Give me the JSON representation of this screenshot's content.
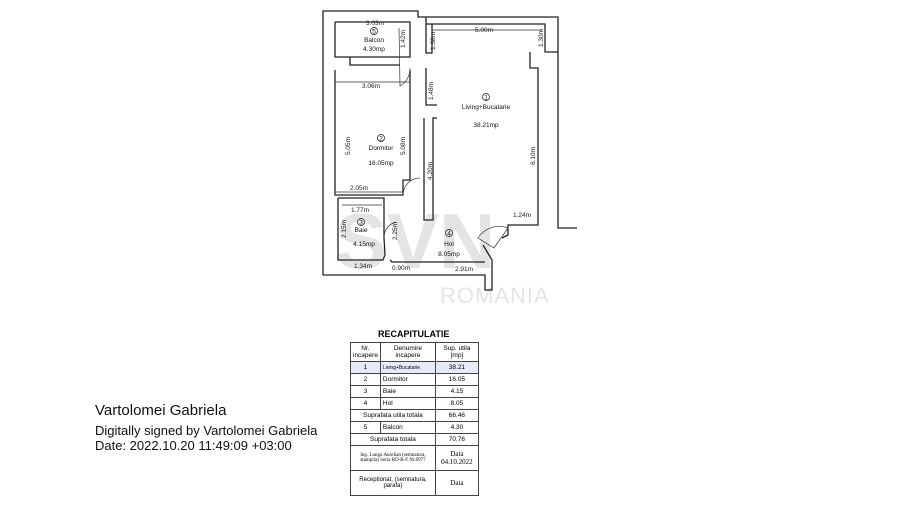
{
  "watermark": {
    "brand": "SVN",
    "country": "ROMANIA"
  },
  "plan": {
    "rooms": [
      {
        "nr": "1",
        "name": "Living+Bucatarie",
        "area": "38.21mp"
      },
      {
        "nr": "2",
        "name": "Dormitor",
        "area": "16.05mp"
      },
      {
        "nr": "3",
        "name": "Baie",
        "area": "4.15mp"
      },
      {
        "nr": "4",
        "name": "Hol",
        "area": "8.05mp"
      },
      {
        "nr": "5",
        "name": "Balcon",
        "area": "4.30mp"
      }
    ],
    "dimensions": {
      "balcon_w": "3.03m",
      "balcon_h": "1.42m",
      "living_w": "5.00m",
      "living_top_l": "1.38m",
      "living_top_r": "1.30m",
      "living_mid": "1.48m",
      "living_low": "4.20m",
      "living_h": "6.10m",
      "living_step": "1.24m",
      "dorm_w": "3.06m",
      "dorm_h_l": "5.05m",
      "dorm_h_r": "5.08m",
      "dorm_bottom": "2.05m",
      "baie_w": "1.77m",
      "baie_h": "2.15m",
      "baie_bottom": "1.34m",
      "hol_h": "2.25m",
      "hol_door": "0.90m",
      "hol_w": "2.91m"
    }
  },
  "signature": {
    "name": "Vartolomei Gabriela",
    "signed_by": "Digitally signed by Vartolomei Gabriela",
    "date": "Date: 2022.10.20 11:49:09 +03:00"
  },
  "recap": {
    "title": "RECAPITULATIE",
    "headers": [
      "Nr. incapere",
      "Denumire incapere",
      "Sup. utila [mp]"
    ],
    "rows": [
      [
        "1",
        "Living+Bucatarie",
        "38.21"
      ],
      [
        "2",
        "Dormitor",
        "16.05"
      ],
      [
        "3",
        "Baie",
        "4.15"
      ],
      [
        "4",
        "Hol",
        "8.05"
      ]
    ],
    "subtotal_label": "Suprafata utila totala",
    "subtotal": "66.46",
    "balcon_row": [
      "5",
      "Balcon",
      "4.30"
    ],
    "total_label": "Suprafata totala",
    "total": "70.76",
    "engineer": "Ing. Lungu Aurelian (semnatura, stampila) Seria RO-B-F Nr.0977",
    "date_label": "Data",
    "date": "04.10.2022",
    "receptionat": "Receptionat, (semnatura, parafa)",
    "receptionat_date_label": "Data"
  }
}
